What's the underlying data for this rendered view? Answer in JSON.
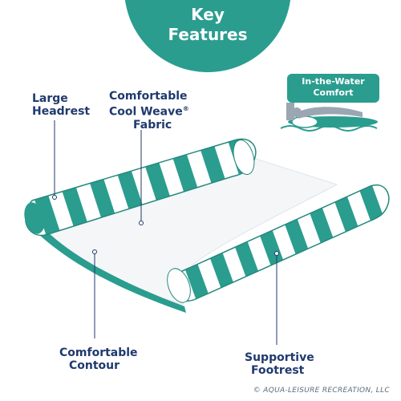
{
  "badge": {
    "line1": "Key",
    "line2": "Features"
  },
  "callouts": {
    "headrest": {
      "line1": "Large",
      "line2": "Headrest"
    },
    "fabric": {
      "line1": "Comfortable",
      "line2": "Cool Weave",
      "sup": "®",
      "line3": "Fabric"
    },
    "contour": {
      "line1": "Comfortable",
      "line2": "Contour"
    },
    "footrest": {
      "line1": "Supportive",
      "line2": "Footrest"
    }
  },
  "in_water": {
    "line1": "In-the-Water",
    "line2": "Comfort"
  },
  "copyright": "© AQUA-LEISURE RECREATION, LLC",
  "colors": {
    "teal": "#2a9d8f",
    "navy_text": "#1f3a6e",
    "stripe_white": "#ffffff",
    "mesh": "#f4f6f8"
  }
}
